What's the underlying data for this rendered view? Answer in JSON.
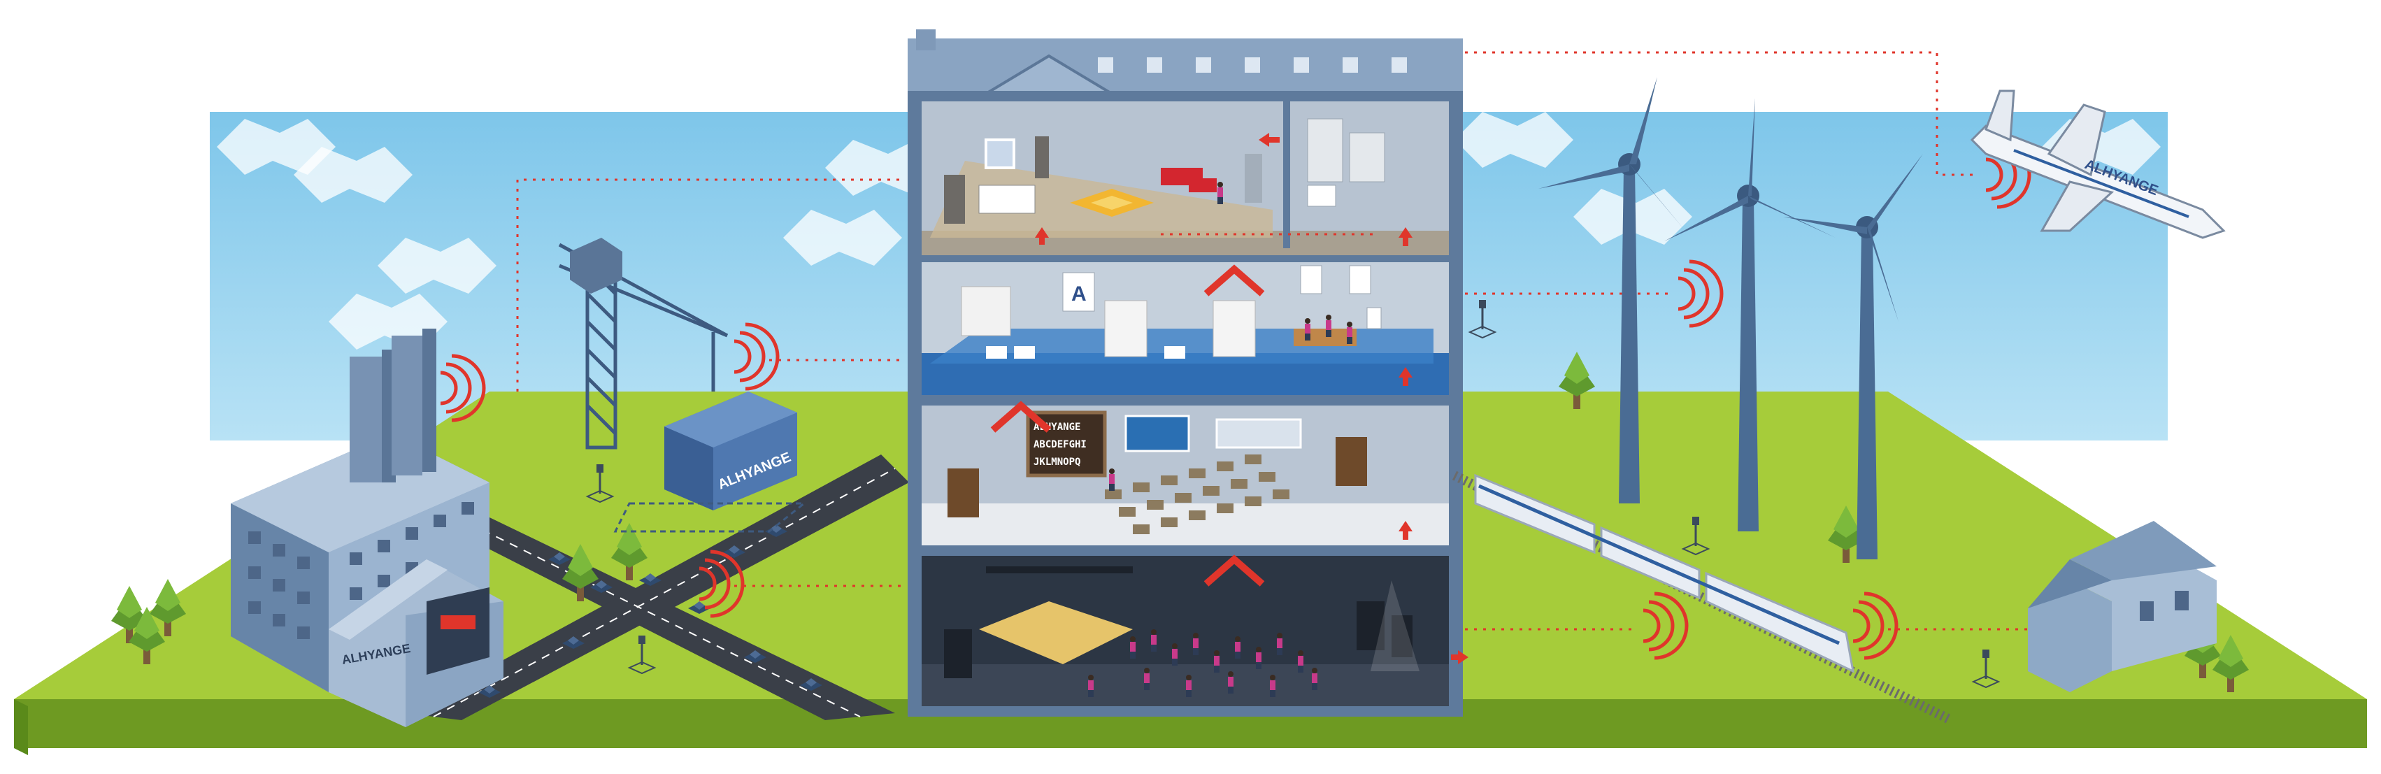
{
  "brand": {
    "container_text": "ALHYANGE",
    "warehouse_text": "ALHYANGE",
    "airplane_text": "ALHYANGE"
  },
  "classroom": {
    "board_lines": [
      "ALHYANGE",
      "ABCDEFGHI",
      "JKLMNOPQ"
    ]
  },
  "office": {
    "logo_letter": "A"
  },
  "colors": {
    "sky": "#8fd0ee",
    "grass": "#a6cc3a",
    "grass_edge": "#6e9a22",
    "building": "#7f9bbb",
    "building_dark": "#4e6a8a",
    "signal": "#e0352b",
    "link": "#e0352b"
  },
  "icons": [
    "wifi-signal-icon",
    "sensor-icon",
    "arrow-up-icon",
    "arrow-right-icon",
    "chevron-icon"
  ]
}
